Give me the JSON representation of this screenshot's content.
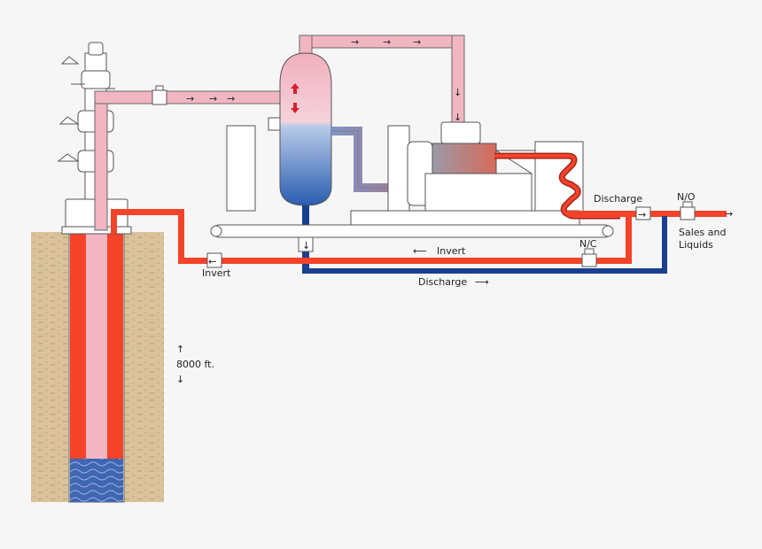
{
  "labels": {
    "discharge_right": "Discharge",
    "no_valve": "N/O",
    "nc_valve": "N/C",
    "sales_line1": "Sales and",
    "sales_line2": "Liquids",
    "invert_mid": "Invert",
    "invert_left": "Invert",
    "discharge_bottom": "Discharge",
    "depth_up": "↑",
    "depth_value": "8000 ft.",
    "depth_down": "↓"
  },
  "arrows": {
    "right": "→",
    "left": "←",
    "down": "↓",
    "long_left": "⟵",
    "long_right": "⟶"
  },
  "colors": {
    "gas_pink": "#f2b6c3",
    "hot_red": "#f5432a",
    "water_blue": "#1a3f8f",
    "liquid_blue": "#2f5fb3",
    "soil": "#d9c29c",
    "outline": "#555555",
    "equipment": "#ffffff"
  }
}
